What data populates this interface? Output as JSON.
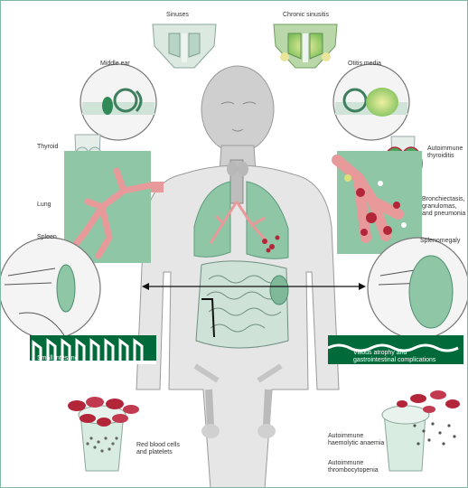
{
  "labels": {
    "sinuses": "Sinuses",
    "chronic_sinusitis": "Chronic sinusitis",
    "middle_ear": "Middle ear",
    "otitis_media": "Otitis media",
    "thyroid": "Thyroid",
    "autoimmune_thyroiditis": "Autoimmune\nthyroiditis",
    "lung": "Lung",
    "bronchiectasis": "Bronchiectasis,\ngranulomas,\nand pneumonia",
    "spleen": "Spleen",
    "splenomegaly": "Splenomegaly",
    "small_intestine": "Small intestine",
    "villous_atrophy": "Villous atrophy and\ngastrointestinal complications",
    "rbc_platelets": "Red blood cells\nand platelets",
    "haemolytic_anaemia": "Autoimmune\nhaemolytic anaemia",
    "thrombocytopenia": "Autoimmune\nthrombocytopenia"
  },
  "colors": {
    "tissue_green": "#8fc6a6",
    "dark_green": "#006a3a",
    "vessel_pink": "#e89a9a",
    "blood_red": "#b3263a",
    "body_grey": "#d8d8d8",
    "disease_yellow": "#d9e27a"
  }
}
